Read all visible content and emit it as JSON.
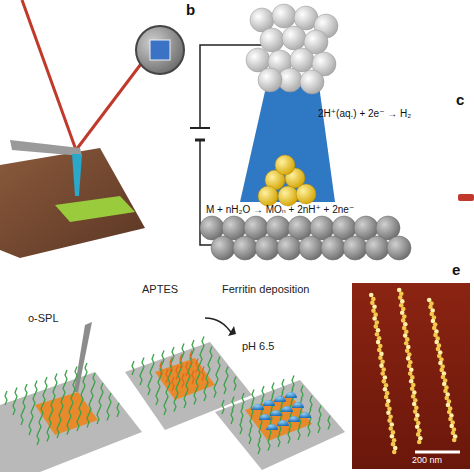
{
  "diagram": {
    "labels": [
      "b",
      "c",
      "2H⁺(aq.) + 2e⁻ → H₂",
      "M + nH₂O → MOₙ + 2nH⁺ + 2ne⁻",
      "o-SPL",
      "APTES",
      "Ferritin deposition",
      "pH 6.5",
      "e",
      "200 nm"
    ]
  }
}
